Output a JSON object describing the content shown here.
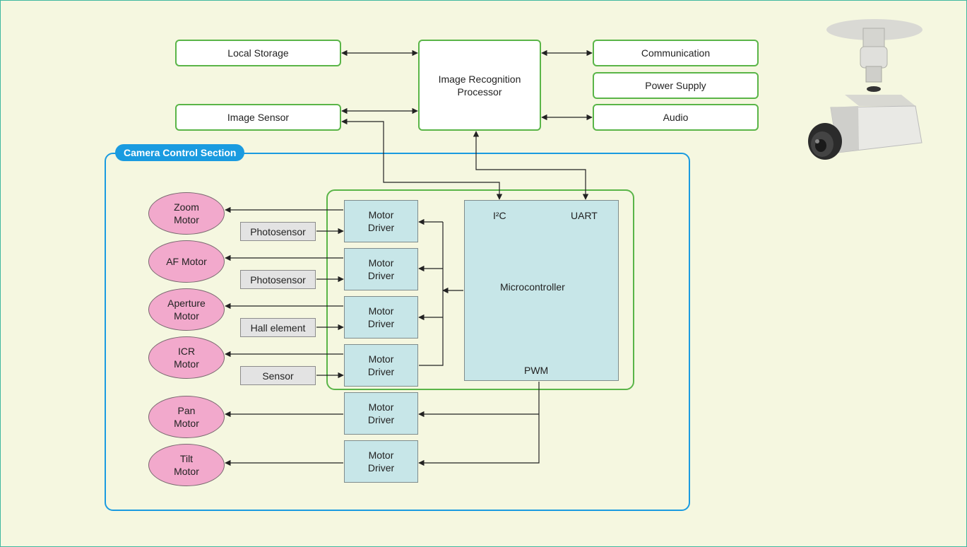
{
  "top": {
    "local_storage": "Local Storage",
    "image_sensor": "Image Sensor",
    "processor": "Image Recognition Processor",
    "communication": "Communication",
    "power_supply": "Power Supply",
    "audio": "Audio"
  },
  "section": {
    "title": "Camera Control Section"
  },
  "mcu": {
    "label": "Microcontroller",
    "i2c": "I²C",
    "uart": "UART",
    "pwm": "PWM"
  },
  "motors": [
    "Zoom Motor",
    "AF Motor",
    "Aperture Motor",
    "ICR Motor",
    "Pan Motor",
    "Tilt Motor"
  ],
  "sensors": [
    "Photosensor",
    "Photosensor",
    "Hall element",
    "Sensor"
  ],
  "driver_label": "Motor Driver",
  "colors": {
    "green_border": "#5ab548",
    "section_blue": "#1a9be0",
    "driver_fill": "#c7e6e8",
    "motor_fill": "#f2a9cc",
    "background": "#f5f7e0"
  },
  "icons": {
    "camera": "security-camera-icon"
  }
}
